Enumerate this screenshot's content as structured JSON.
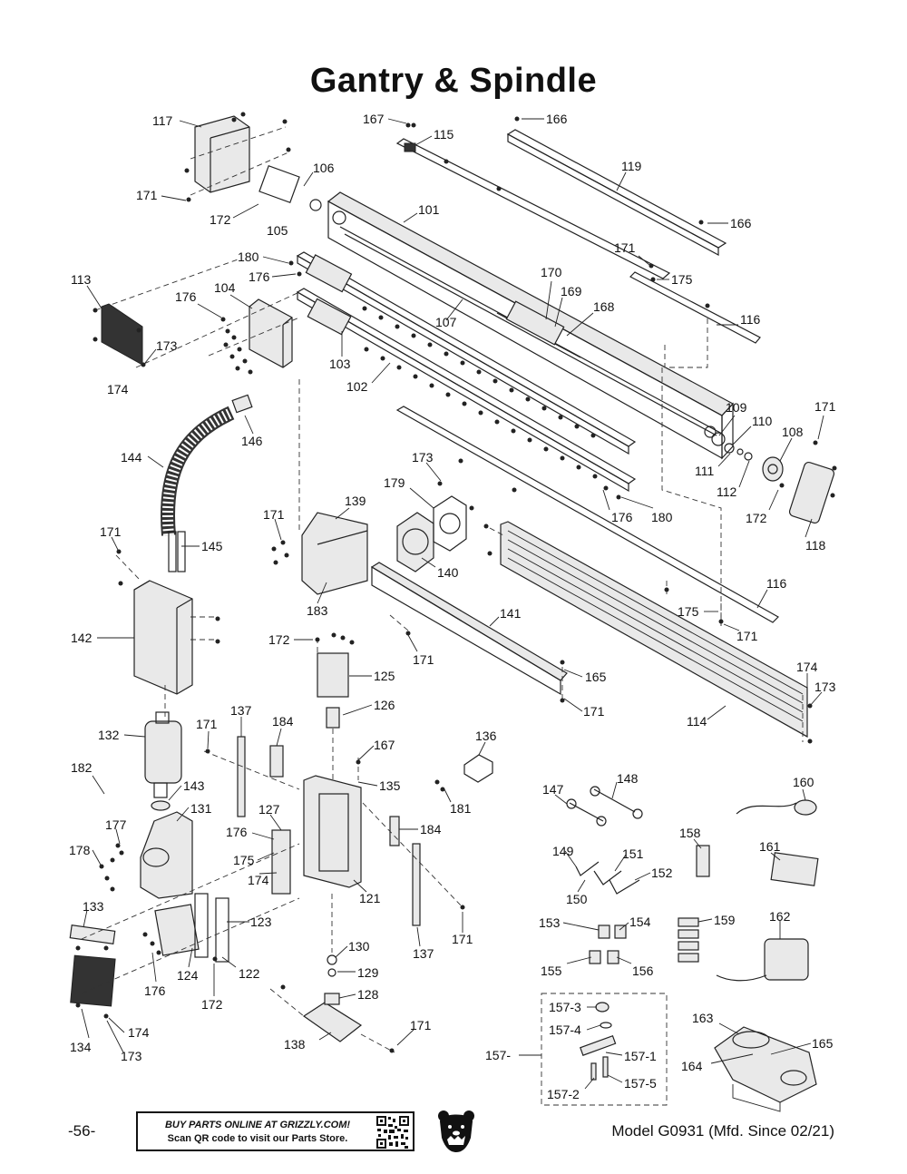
{
  "title": "Gantry & Spindle",
  "footer": {
    "page_number": "-56-",
    "promo_line1": "BUY PARTS ONLINE AT GRIZZLY.COM!",
    "promo_line2": "Scan QR code to visit our Parts Store.",
    "model": "Model G0931 (Mfd. Since 02/21)"
  },
  "labels": [
    {
      "id": "117",
      "text": "117"
    },
    {
      "id": "167a",
      "text": "167"
    },
    {
      "id": "115",
      "text": "115"
    },
    {
      "id": "166a",
      "text": "166"
    },
    {
      "id": "106",
      "text": "106"
    },
    {
      "id": "119",
      "text": "119"
    },
    {
      "id": "171a",
      "text": "171"
    },
    {
      "id": "101",
      "text": "101"
    },
    {
      "id": "172a",
      "text": "172"
    },
    {
      "id": "166b",
      "text": "166"
    },
    {
      "id": "105",
      "text": "105"
    },
    {
      "id": "180a",
      "text": "180"
    },
    {
      "id": "171b",
      "text": "171"
    },
    {
      "id": "176a",
      "text": "176"
    },
    {
      "id": "175a",
      "text": "175"
    },
    {
      "id": "113",
      "text": "113"
    },
    {
      "id": "170",
      "text": "170"
    },
    {
      "id": "176b",
      "text": "176"
    },
    {
      "id": "104",
      "text": "104"
    },
    {
      "id": "169",
      "text": "169"
    },
    {
      "id": "168",
      "text": "168"
    },
    {
      "id": "116a",
      "text": "116"
    },
    {
      "id": "107",
      "text": "107"
    },
    {
      "id": "173a",
      "text": "173"
    },
    {
      "id": "103",
      "text": "103"
    },
    {
      "id": "174a",
      "text": "174"
    },
    {
      "id": "102",
      "text": "102"
    },
    {
      "id": "109",
      "text": "109"
    },
    {
      "id": "171c",
      "text": "171"
    },
    {
      "id": "110",
      "text": "110"
    },
    {
      "id": "108",
      "text": "108"
    },
    {
      "id": "146",
      "text": "146"
    },
    {
      "id": "144",
      "text": "144"
    },
    {
      "id": "111",
      "text": "111"
    },
    {
      "id": "173b",
      "text": "173"
    },
    {
      "id": "112",
      "text": "112"
    },
    {
      "id": "179",
      "text": "179"
    },
    {
      "id": "172b",
      "text": "172"
    },
    {
      "id": "176c",
      "text": "176"
    },
    {
      "id": "180b",
      "text": "180"
    },
    {
      "id": "139",
      "text": "139"
    },
    {
      "id": "118",
      "text": "118"
    },
    {
      "id": "171d",
      "text": "171"
    },
    {
      "id": "171e",
      "text": "171"
    },
    {
      "id": "145",
      "text": "145"
    },
    {
      "id": "140",
      "text": "140"
    },
    {
      "id": "116b",
      "text": "116"
    },
    {
      "id": "183",
      "text": "183"
    },
    {
      "id": "175b",
      "text": "175"
    },
    {
      "id": "141",
      "text": "141"
    },
    {
      "id": "142",
      "text": "142"
    },
    {
      "id": "171f",
      "text": "171"
    },
    {
      "id": "172c",
      "text": "172"
    },
    {
      "id": "171g",
      "text": "171"
    },
    {
      "id": "174b",
      "text": "174"
    },
    {
      "id": "125",
      "text": "125"
    },
    {
      "id": "165a",
      "text": "165"
    },
    {
      "id": "173c",
      "text": "173"
    },
    {
      "id": "126",
      "text": "126"
    },
    {
      "id": "171h",
      "text": "171"
    },
    {
      "id": "137a",
      "text": "137"
    },
    {
      "id": "132",
      "text": "132"
    },
    {
      "id": "171i",
      "text": "171"
    },
    {
      "id": "184a",
      "text": "184"
    },
    {
      "id": "114",
      "text": "114"
    },
    {
      "id": "136",
      "text": "136"
    },
    {
      "id": "167b",
      "text": "167"
    },
    {
      "id": "182",
      "text": "182"
    },
    {
      "id": "143",
      "text": "143"
    },
    {
      "id": "135",
      "text": "135"
    },
    {
      "id": "148",
      "text": "148"
    },
    {
      "id": "160",
      "text": "160"
    },
    {
      "id": "147",
      "text": "147"
    },
    {
      "id": "181",
      "text": "181"
    },
    {
      "id": "131",
      "text": "131"
    },
    {
      "id": "127",
      "text": "127"
    },
    {
      "id": "177",
      "text": "177"
    },
    {
      "id": "184b",
      "text": "184"
    },
    {
      "id": "176d",
      "text": "176"
    },
    {
      "id": "158",
      "text": "158"
    },
    {
      "id": "178",
      "text": "178"
    },
    {
      "id": "175c",
      "text": "175"
    },
    {
      "id": "161",
      "text": "161"
    },
    {
      "id": "149",
      "text": "149"
    },
    {
      "id": "151",
      "text": "151"
    },
    {
      "id": "174c",
      "text": "174"
    },
    {
      "id": "152",
      "text": "152"
    },
    {
      "id": "121",
      "text": "121"
    },
    {
      "id": "150",
      "text": "150"
    },
    {
      "id": "133",
      "text": "133"
    },
    {
      "id": "123",
      "text": "123"
    },
    {
      "id": "171j",
      "text": "171"
    },
    {
      "id": "162",
      "text": "162"
    },
    {
      "id": "153",
      "text": "153"
    },
    {
      "id": "154",
      "text": "154"
    },
    {
      "id": "159",
      "text": "159"
    },
    {
      "id": "137b",
      "text": "137"
    },
    {
      "id": "130",
      "text": "130"
    },
    {
      "id": "155",
      "text": "155"
    },
    {
      "id": "156",
      "text": "156"
    },
    {
      "id": "124",
      "text": "124"
    },
    {
      "id": "122",
      "text": "122"
    },
    {
      "id": "129",
      "text": "129"
    },
    {
      "id": "176e",
      "text": "176"
    },
    {
      "id": "128",
      "text": "128"
    },
    {
      "id": "157-3",
      "text": "157-3"
    },
    {
      "id": "172d",
      "text": "172"
    },
    {
      "id": "163",
      "text": "163"
    },
    {
      "id": "157-4",
      "text": "157-4"
    },
    {
      "id": "171k",
      "text": "171"
    },
    {
      "id": "165b",
      "text": "165"
    },
    {
      "id": "174d",
      "text": "174"
    },
    {
      "id": "138",
      "text": "138"
    },
    {
      "id": "157",
      "text": "157-"
    },
    {
      "id": "157-1",
      "text": "157-1"
    },
    {
      "id": "164",
      "text": "164"
    },
    {
      "id": "134",
      "text": "134"
    },
    {
      "id": "173d",
      "text": "173"
    },
    {
      "id": "157-5",
      "text": "157-5"
    },
    {
      "id": "157-2",
      "text": "157-2"
    }
  ]
}
